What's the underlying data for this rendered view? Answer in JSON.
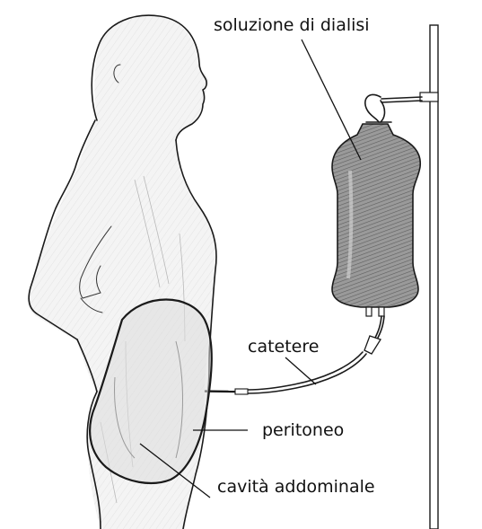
{
  "labels": {
    "dialysis_solution": "soluzione di dialisi",
    "catheter": "catetere",
    "peritoneum": "peritoneo",
    "abdominal_cavity": "cavità addominale"
  },
  "colors": {
    "bag_fill": "#8a8a8a",
    "body_shade": "#d6d6d6",
    "ink": "#1a1a1a"
  }
}
